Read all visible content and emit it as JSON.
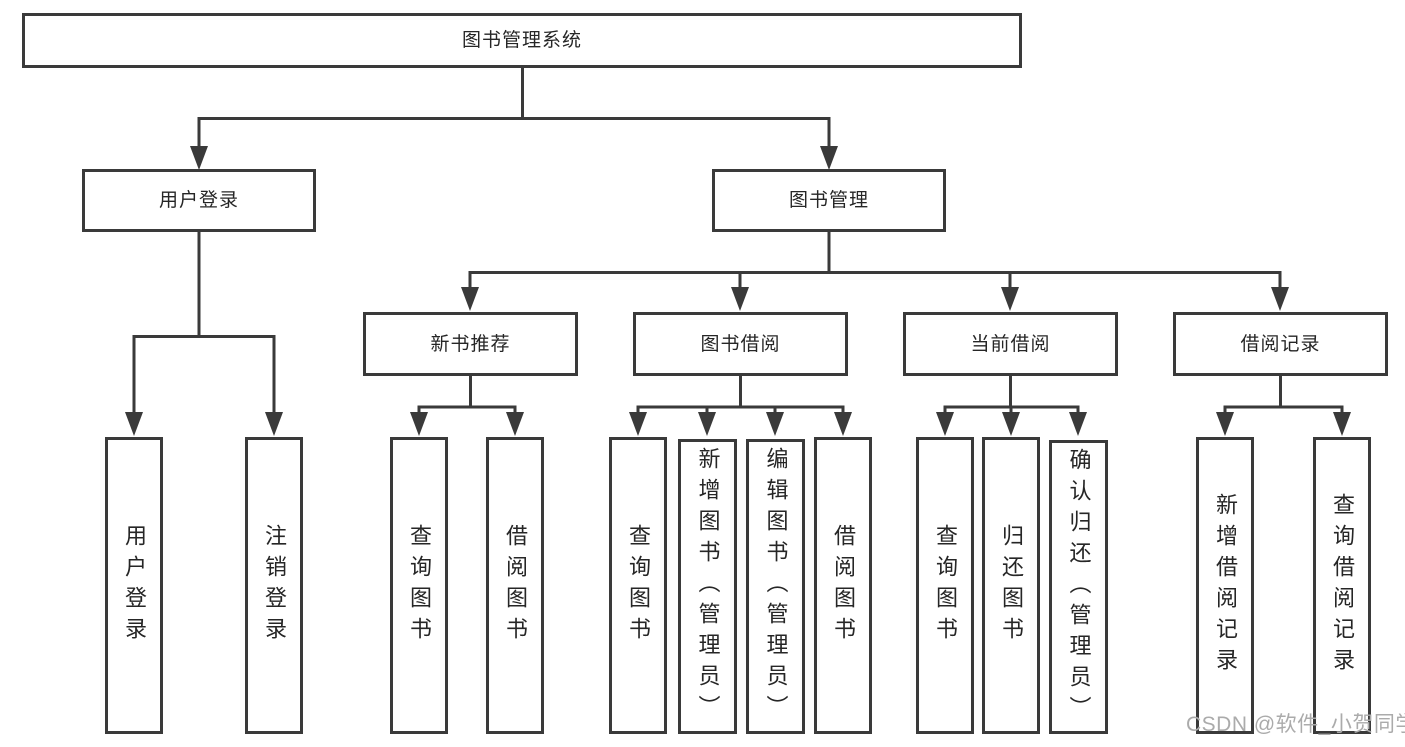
{
  "diagram": {
    "root": {
      "label": "图书管理系统"
    },
    "level1": [
      {
        "label": "用户登录"
      },
      {
        "label": "图书管理"
      }
    ],
    "level2": [
      {
        "label": "新书推荐"
      },
      {
        "label": "图书借阅"
      },
      {
        "label": "当前借阅"
      },
      {
        "label": "借阅记录"
      }
    ],
    "leaves": {
      "user_login": [
        {
          "label": "用户登录"
        },
        {
          "label": "注销登录"
        }
      ],
      "new_book": [
        {
          "label": "查询图书"
        },
        {
          "label": "借阅图书"
        }
      ],
      "book_borrow": [
        {
          "label": "查询图书"
        },
        {
          "label": "新增图书（管理员）"
        },
        {
          "label": "编辑图书（管理员）"
        },
        {
          "label": "借阅图书"
        }
      ],
      "current_borrow": [
        {
          "label": "查询图书"
        },
        {
          "label": "归还图书"
        },
        {
          "label": "确认归还（管理员）"
        }
      ],
      "borrow_records": [
        {
          "label": "新增借阅记录"
        },
        {
          "label": "查询借阅记录"
        }
      ]
    }
  },
  "watermark": {
    "text": "CSDN @软件_小贺同学"
  },
  "colors": {
    "line": "#3a3a3a",
    "box_border": "#3a3a3a",
    "text": "#262626",
    "background": "#ffffff",
    "watermark": "#ababab"
  }
}
